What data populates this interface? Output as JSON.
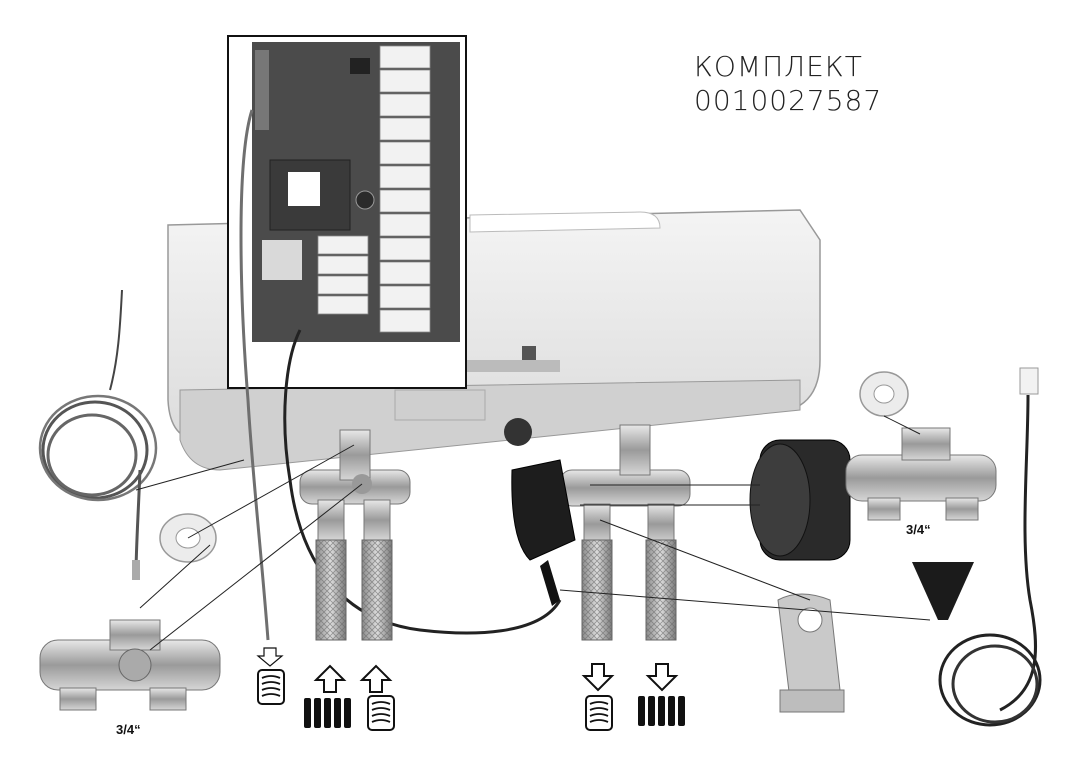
{
  "kit": {
    "title_line1": "КОМПЛЕКТ",
    "title_line2": "0010027587"
  },
  "labels": {
    "left_valve_size": "3/4“",
    "right_valve_size": "3/4“"
  },
  "icons": {
    "flow_in": "arrow-up-icon",
    "flow_out": "arrow-down-icon",
    "radiator": "radiator-icon",
    "coil": "coil-icon"
  },
  "colors": {
    "housing": "#efefef",
    "pcb": "#4a4a4a",
    "metal": "#bdbdbd",
    "dark": "#1a1a1a"
  }
}
